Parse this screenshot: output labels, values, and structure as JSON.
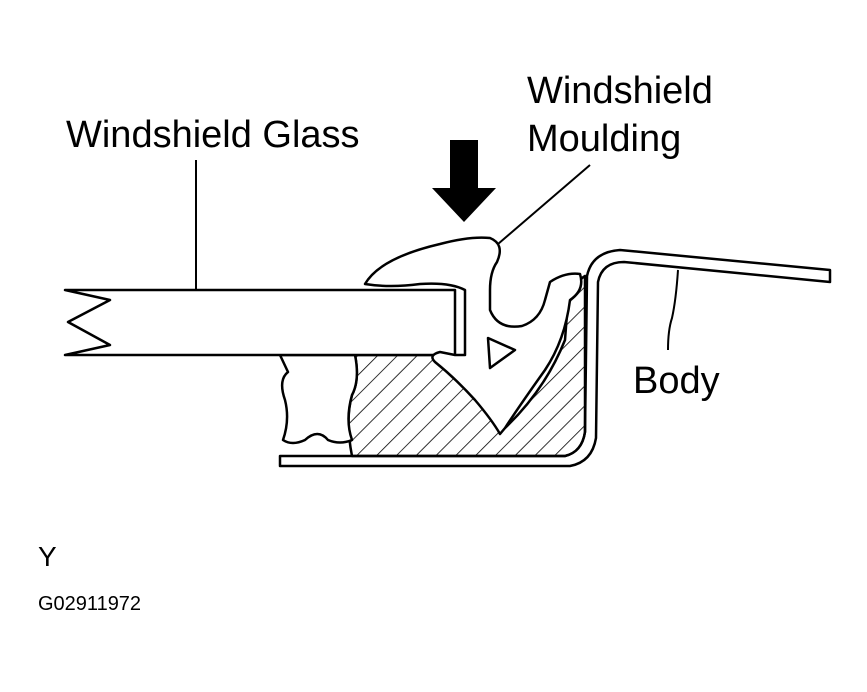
{
  "labels": {
    "windshield_glass": "Windshield Glass",
    "windshield_moulding_line1": "Windshield",
    "windshield_moulding_line2": "Moulding",
    "body": "Body",
    "view_letter": "Y",
    "figure_code": "G02911972"
  },
  "colors": {
    "ink": "#000000",
    "background": "#ffffff"
  }
}
